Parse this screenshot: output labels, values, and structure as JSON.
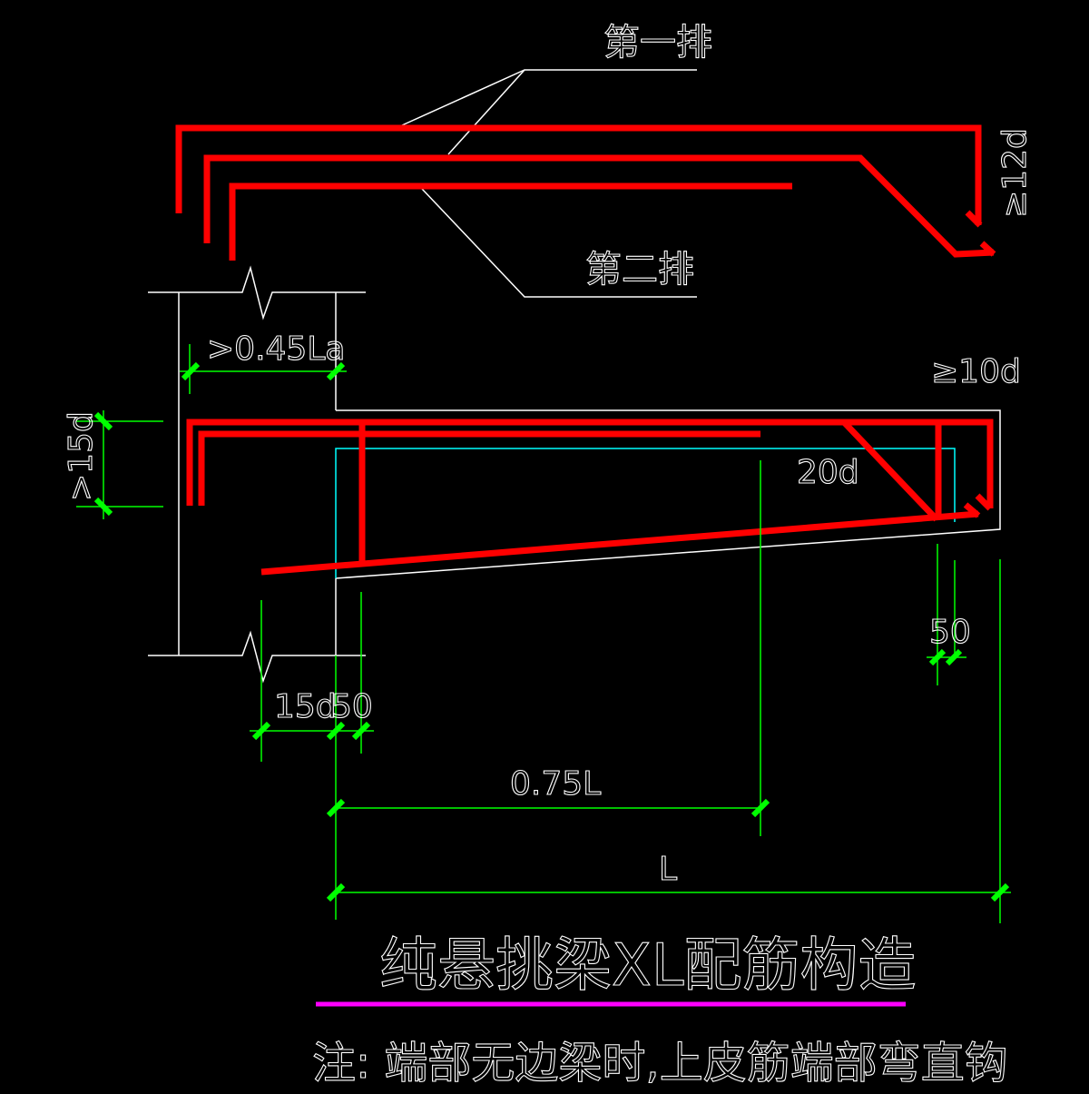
{
  "drawing": {
    "title": "纯悬挑梁XL配筋构造",
    "note": "注: 端部无边梁时,上皮筋端部弯直钩",
    "colors": {
      "background": "#000000",
      "rebar": "#ff0000",
      "outline": "#ffffff",
      "dimension": "#00ff00",
      "inner_outline": "#00ffff",
      "title_underline": "#ff00ff"
    },
    "labels": {
      "row1": "第一排",
      "row2": "第二排",
      "hook_12d": "≥12d",
      "anchor_045la": ">0.45La",
      "ext_10d": "≥10d",
      "bend_20d": "20d",
      "down_15d": ">15d"
    },
    "dimensions": {
      "d15": "15d",
      "d50_left": "50",
      "d50_right": "50",
      "d075L": "0.75L",
      "dL": "L"
    }
  }
}
